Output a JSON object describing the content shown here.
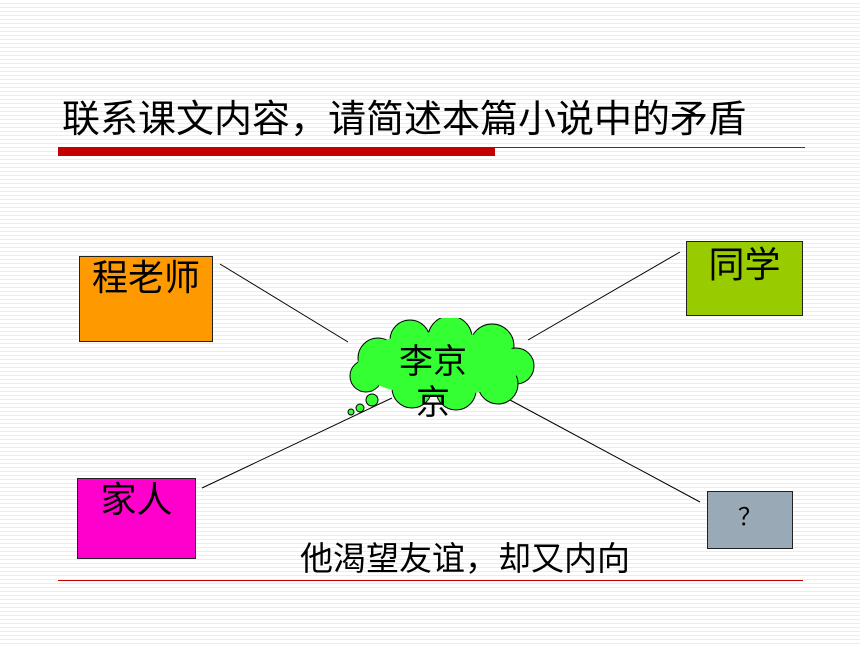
{
  "title": "联系课文内容，请简述本篇小说中的矛盾",
  "center": {
    "label": "李京京"
  },
  "nodes": {
    "teacher": {
      "label": "程老师",
      "color": "#ff9900"
    },
    "classmates": {
      "label": "同学",
      "color": "#99cc00"
    },
    "family": {
      "label": "家人",
      "color": "#ff00cc"
    },
    "unknown": {
      "label": "？",
      "color": "#9aa9b6"
    }
  },
  "caption": "他渴望友谊，却又内向",
  "accent_color": "#c40000",
  "cloud_color": "#33ff33"
}
